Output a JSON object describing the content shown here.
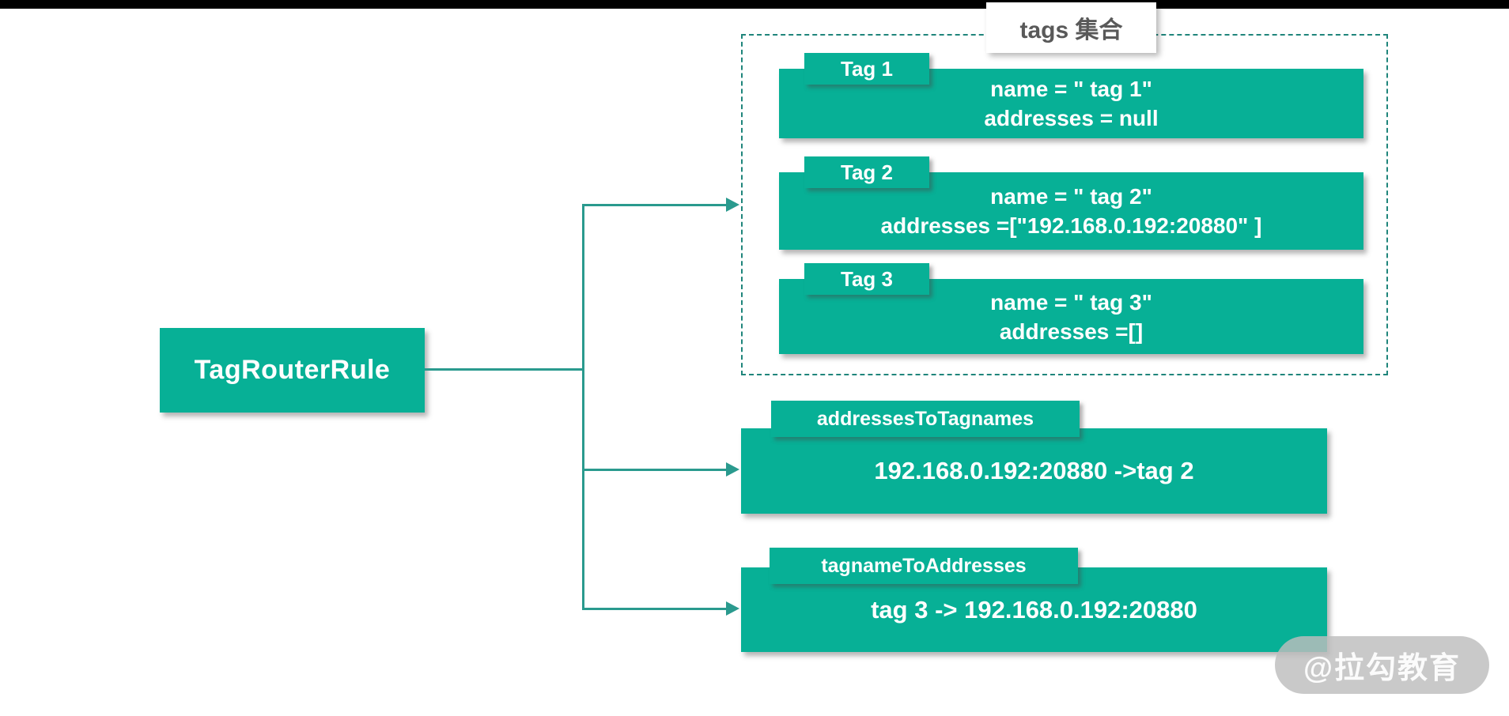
{
  "colors": {
    "box_teal": "#07b096",
    "connector_teal": "#2a9a8e",
    "dashed_border_teal": "#1f857b",
    "tags_title_gray": "#595959",
    "top_bar": "#000000"
  },
  "root": {
    "label": "TagRouterRule"
  },
  "tags_group": {
    "title": "tags 集合",
    "tags": [
      {
        "label": "Tag 1",
        "line1": "name = \" tag 1\"",
        "line2": "addresses = null"
      },
      {
        "label": "Tag 2",
        "line1": "name = \" tag 2\"",
        "line2": "addresses =[\"192.168.0.192:20880\" ]"
      },
      {
        "label": "Tag 3",
        "line1": "name = \" tag 3\"",
        "line2": "addresses =[]"
      }
    ]
  },
  "maps": [
    {
      "label": "addressesToTagnames",
      "content": "192.168.0.192:20880 ->tag 2"
    },
    {
      "label": "tagnameToAddresses",
      "content": "tag 3 -> 192.168.0.192:20880"
    }
  ],
  "watermark": {
    "text": "@拉勾教育"
  }
}
